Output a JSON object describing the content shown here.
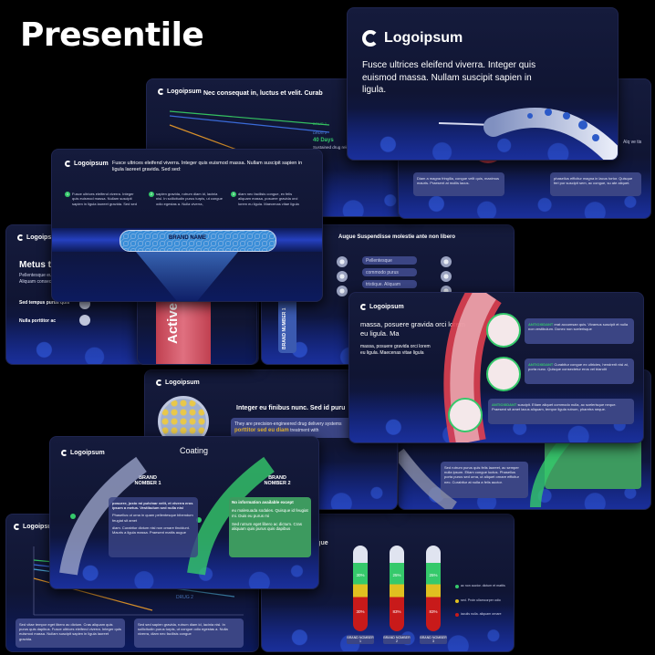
{
  "brand": "Presentile",
  "logo": "Logoipsum",
  "slides": {
    "hero": {
      "text": "Fusce ultrices eleifend viverra. Integer quis euismod massa. Nullam suscipit sapien in ligula."
    },
    "chart_top": {
      "title": "Nec consequat in, luctus et velit. Curab",
      "legend": [
        "DRUG 1",
        "DRUG 2"
      ],
      "badge": "40 Days",
      "badge_sub": "Sustained drug rele"
    },
    "blue_right": {
      "box1": "Diam a magna fringilla, congue velit quis, maximus mauris. Praesent at mollis lacus.",
      "box2": "phasellus efficitur magna in lacus tortor. Quisque feri por suscipit sem, ac congue, su ate aliquet.",
      "note": "Alq ve tis"
    },
    "catheter": {
      "text": "Fusce ultrices eleifend viverra. Integer quis euismod massa. Nullam suscipit sapien in ligula laoreet gravida. Sed sed:",
      "points": [
        {
          "num": "1",
          "text": "Fusce ultrices eleifend viverra. Integer quis euismod massa. Nullam suscipit sapien in ligula laoreet gravida. Sed sed"
        },
        {
          "num": "2",
          "text": "sapien gravida, rutrum diam id, lacinia nisl. In sollicitudin purus turpis, ut congue odio egestas a. Nulla viverra,"
        },
        {
          "num": "3",
          "text": "diam nec facilisis congue, ex felis aliquam massa, posuere gravida orci lorem eu ligula. Maecenas vitae ligula"
        }
      ],
      "label": "BRAND NAME"
    },
    "metus": {
      "title": "Metus t",
      "text": "Pellentesque eu tempu Aliquam consectetur",
      "line1": "Sed tempus purus quis",
      "line2": "Nulla porttitor ac"
    },
    "active": {
      "label": "Active"
    },
    "augue": {
      "title": "Augue Suspendisse molestie ante non libero",
      "items": [
        "Pellentesque",
        "commodo purus",
        "tristique. Aliquam"
      ],
      "brand_label": "BRAND NUMBER 1"
    },
    "vessel": {
      "text_main": "massa, posuere gravida orci lorem eu ligula. Ma",
      "text_sub": "massa, posuere gravida orci lorem eu ligula. Maecenas vitae ligula",
      "boxes": [
        {
          "head": "ANTIOXIDANT",
          "text": "erat accumsan quis. Vivamus suscipit et nulla non vestibulum. Donec non scelerisque"
        },
        {
          "head": "ANTIOXIDANT",
          "text": "Curabitur congue ex ultricies, hendrerit nisl at, porta nunc. Quisque consectetur eros vel blandit"
        },
        {
          "head": "ANTIOXIDANT",
          "text": "suscipit. Etiam aliquet commodo nulla, ac scelerisque neque. Praesent sit amet lacus aliquam, tempor ligula rutrum, pharetra neque."
        }
      ]
    },
    "integer": {
      "title": "Integer eu finibus nunc. Sed id puru",
      "text": "They are precision-engineered drug delivery systems",
      "highlight": "porttitor sed eu diam",
      "tail": "treatment with"
    },
    "coating": {
      "title": "Coating",
      "brand1": "BRAND NOMBER 1",
      "brand2": "BRAND NOMBER 2",
      "left_box": [
        "posuere, justo mi pulvinar velit, et viverra eros ipsum a metus. Vestibulum sed nulla nisi",
        "Phasellus ut urna in quam pellentesque bibendum feugiat sit amet",
        "diam. Curabitur dictum nisl non ornare tincidunt. Mauris a ligula massa. Praesent mattis augue"
      ],
      "right_box": [
        "No information available except",
        "eu malesuada sodales. Quisque id feugiat mi. Duis eu purus mi",
        "Sed rutrum eget libero ac dictum. Cras aliquam quis purus quis dapibus"
      ]
    },
    "bottom_right_top": {
      "text": "Sed rutrum purus quis felis laoreet, ac semper nulla ipsum. Etiam congue luctus. Phasellus porta purus sed urna, ut aliquet ornare efficitur nec. Curabitur at nulla a felis auctor."
    },
    "bottom_left": {
      "legend": "DRUG 2",
      "text1": "Sed vitae tempor eget libero ac dictum. Cras aliquam quis purus quis dapibus. Fusce ultrices eleifend viverra. Integer quis euismod massa. Nullam suscipit sapien in ligula laoreet gravida.",
      "text2": "Sed sed sapien gravida, rutrum diam id, lacinia nisl. In sollicitudin purus turpis, ut congue odio egestas a. Nulla viverra, diam nec facilisis congue"
    },
    "tubes": {
      "title": "celerisque",
      "tubes": [
        {
          "pct_top": "30%",
          "pct_bottom": "30%",
          "label": "BRAND NOMBER 1"
        },
        {
          "pct_top": "25%",
          "pct_bottom": "83%",
          "label": "BRAND NOMBER 2"
        },
        {
          "pct_top": "25%",
          "pct_bottom": "83%",
          "label": "BRAND NOMBER 3"
        }
      ],
      "legend": [
        "ac non auctor. dictum et mattis",
        "sed. Proin ullamcorper odio",
        "iaculis nulla. aliquam ornare"
      ]
    }
  },
  "colors": {
    "green": "#35c96b",
    "slide": "#141a3b",
    "box": "#3b4584",
    "red": "#c81a1a",
    "yellow": "#e0c020"
  }
}
